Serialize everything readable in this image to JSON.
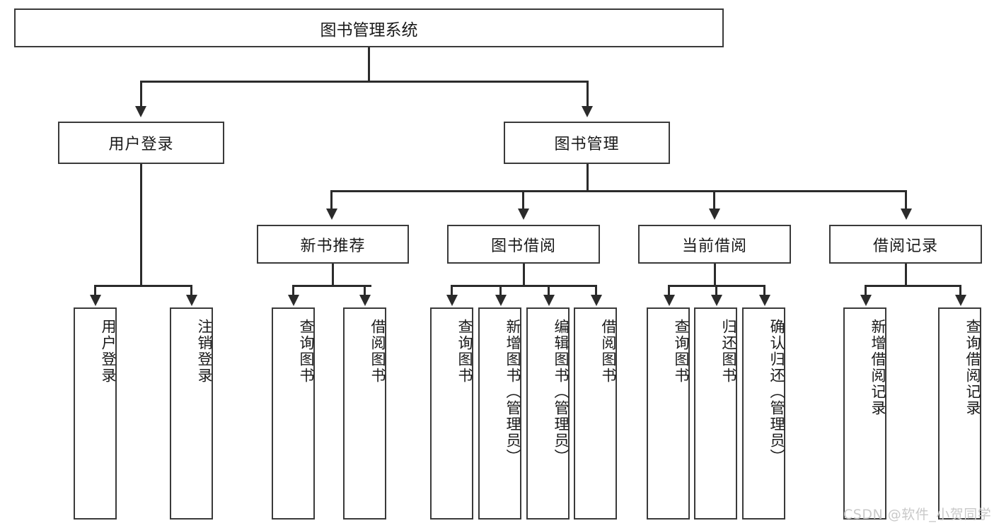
{
  "diagram": {
    "title": "图书管理系统",
    "type": "tree",
    "orientation": "top-down",
    "levels": 4
  },
  "root": {
    "label": "图书管理系统"
  },
  "level2": [
    {
      "label": "用户登录"
    },
    {
      "label": "图书管理"
    }
  ],
  "level3": [
    {
      "label": "新书推荐"
    },
    {
      "label": "图书借阅"
    },
    {
      "label": "当前借阅"
    },
    {
      "label": "借阅记录"
    }
  ],
  "leaves": {
    "user_login": [
      {
        "label": "用户登录"
      },
      {
        "label": "注销登录"
      }
    ],
    "new_book": [
      {
        "label": "查询图书"
      },
      {
        "label": "借阅图书"
      }
    ],
    "book_borrow": [
      {
        "label": "查询图书"
      },
      {
        "label": "新增图书（管理员）"
      },
      {
        "label": "编辑图书（管理员）"
      },
      {
        "label": "借阅图书"
      }
    ],
    "current_borrow": [
      {
        "label": "查询图书"
      },
      {
        "label": "归还图书"
      },
      {
        "label": "确认归还（管理员）"
      }
    ],
    "borrow_record": [
      {
        "label": "新增借阅记录"
      },
      {
        "label": "查询借阅记录"
      }
    ]
  },
  "watermark": {
    "text": "CSDN @软件_小贺同学"
  },
  "colors": {
    "border": "#3a3a3a",
    "connector": "#2b2b2b",
    "text": "#1a1a1a",
    "background": "#ffffff",
    "watermark": "#c9c9c9"
  }
}
